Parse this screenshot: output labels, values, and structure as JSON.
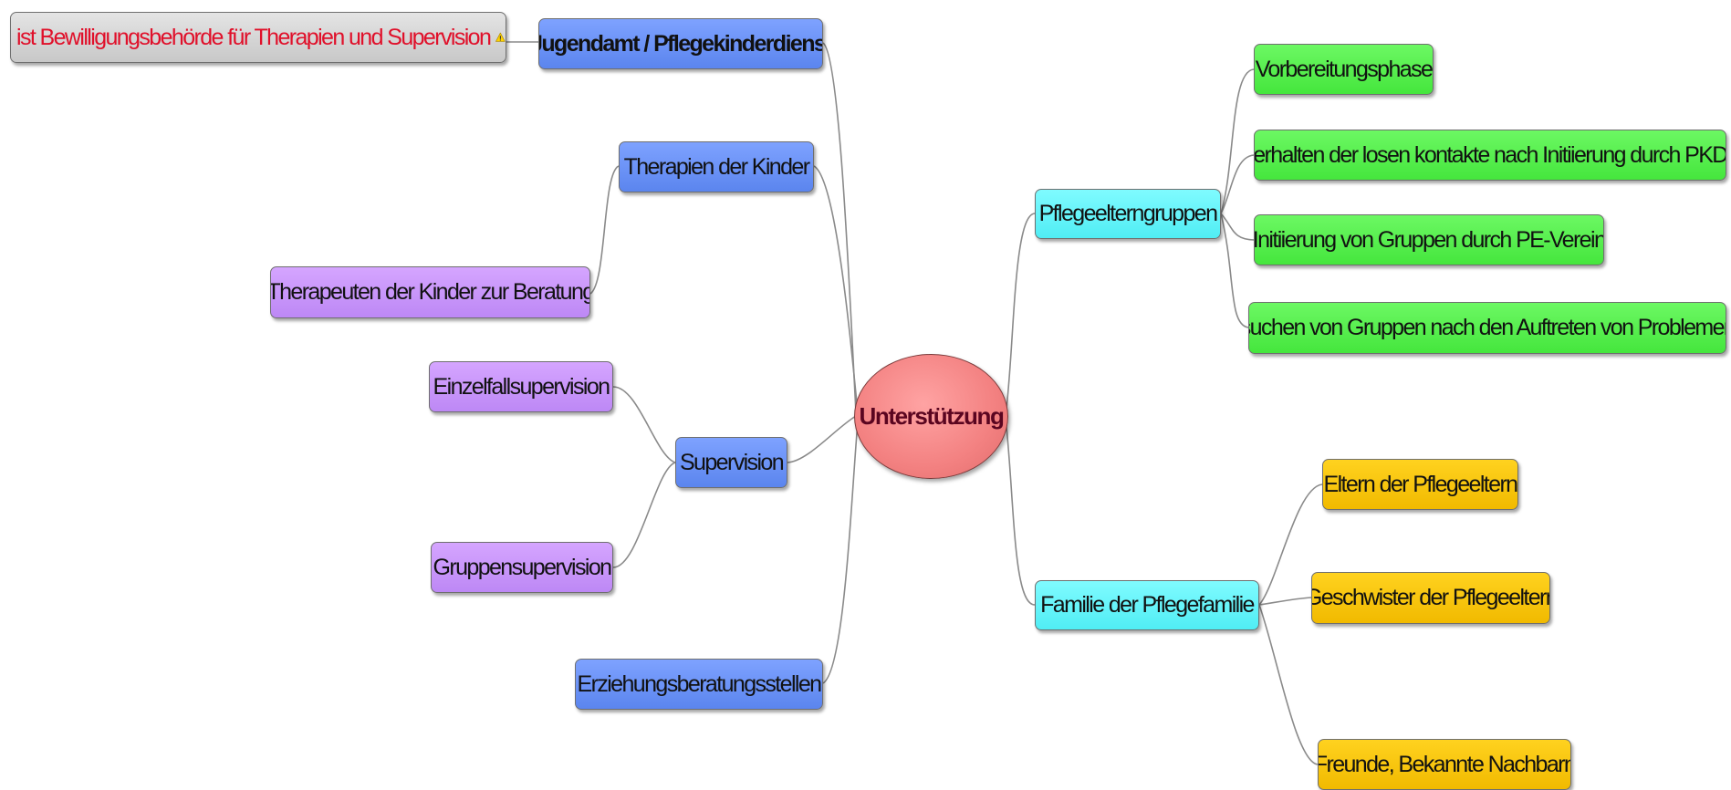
{
  "central": {
    "label": "Unterstützung"
  },
  "left": {
    "jugendamt": {
      "label": "Jugendamt / Pflegekinderdienst"
    },
    "jugendamt_note": {
      "label": "ist Bewilligungsbehörde für Therapien und Supervision",
      "icon": "warning-icon"
    },
    "therapien": {
      "label": "Therapien der Kinder"
    },
    "therapeuten": {
      "label": "Therapeuten der Kinder zur Beratung"
    },
    "supervision": {
      "label": "Supervision"
    },
    "einzelfall": {
      "label": "Einzelfallsupervision"
    },
    "gruppen": {
      "label": "Gruppensupervision"
    },
    "erziehung": {
      "label": "Erziehungsberatungsstellen"
    }
  },
  "right": {
    "pflegeelterngruppen": {
      "label": "Pflegeelterngruppen"
    },
    "vorbereitung": {
      "label": "Vorbereitungsphase"
    },
    "erhalten": {
      "label": "erhalten der losen kontakte nach Initiierung durch PKD"
    },
    "initiierung": {
      "label": "Initiierung von Gruppen durch PE-Verein"
    },
    "suchen": {
      "label": "suchen von Gruppen nach den Auftreten von Problemen"
    },
    "familie": {
      "label": "Familie der Pflegefamilie"
    },
    "eltern": {
      "label": "Eltern der Pflegeeltern"
    },
    "geschwister": {
      "label": "Geschwister der Pflegeeltern"
    },
    "freunde": {
      "label": "Freunde, Bekannte Nachbarn"
    }
  },
  "colors": {
    "level1": "#6a92f7",
    "level2_left": "#c896fa",
    "level1_right": "#66f3f8",
    "level2_green": "#55ec4e",
    "level2_orange": "#f7c50c",
    "central": "#f08080",
    "note_text": "#e0102a",
    "connector": "#8a8a8a"
  }
}
